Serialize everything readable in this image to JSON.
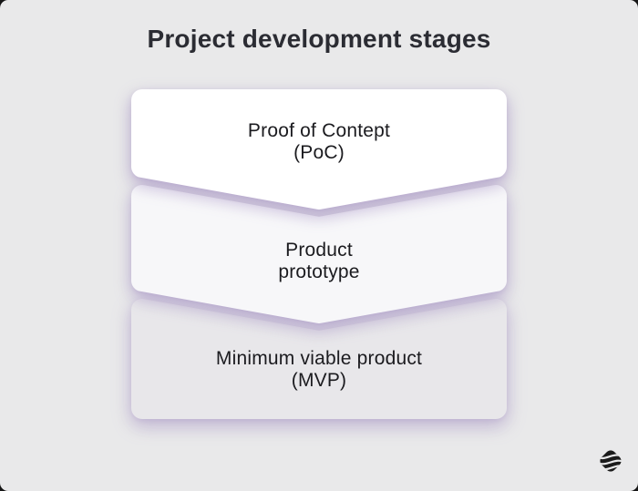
{
  "title": "Project development stages",
  "stages": [
    {
      "name": "proof-of-concept",
      "line1": "Proof of Contept",
      "line2": "(PoC)"
    },
    {
      "name": "product-prototype",
      "line1": "Product",
      "line2": "prototype"
    },
    {
      "name": "minimum-viable-product",
      "line1": "Minimum viable product",
      "line2": "(MVP)"
    }
  ],
  "logo_icon": "swirl-sphere-brand-logo-icon",
  "colors": {
    "canvas_background": "#e9e9ea",
    "stage1_fill": "#ffffff",
    "stage2_fill": "#f7f7f9",
    "stage3_fill": "#e8e7ea",
    "shadow_tint": "#8063ae",
    "title_text": "#2b2c33",
    "stage_text": "#1b1b1f",
    "logo_fill": "#1b1b1b"
  }
}
